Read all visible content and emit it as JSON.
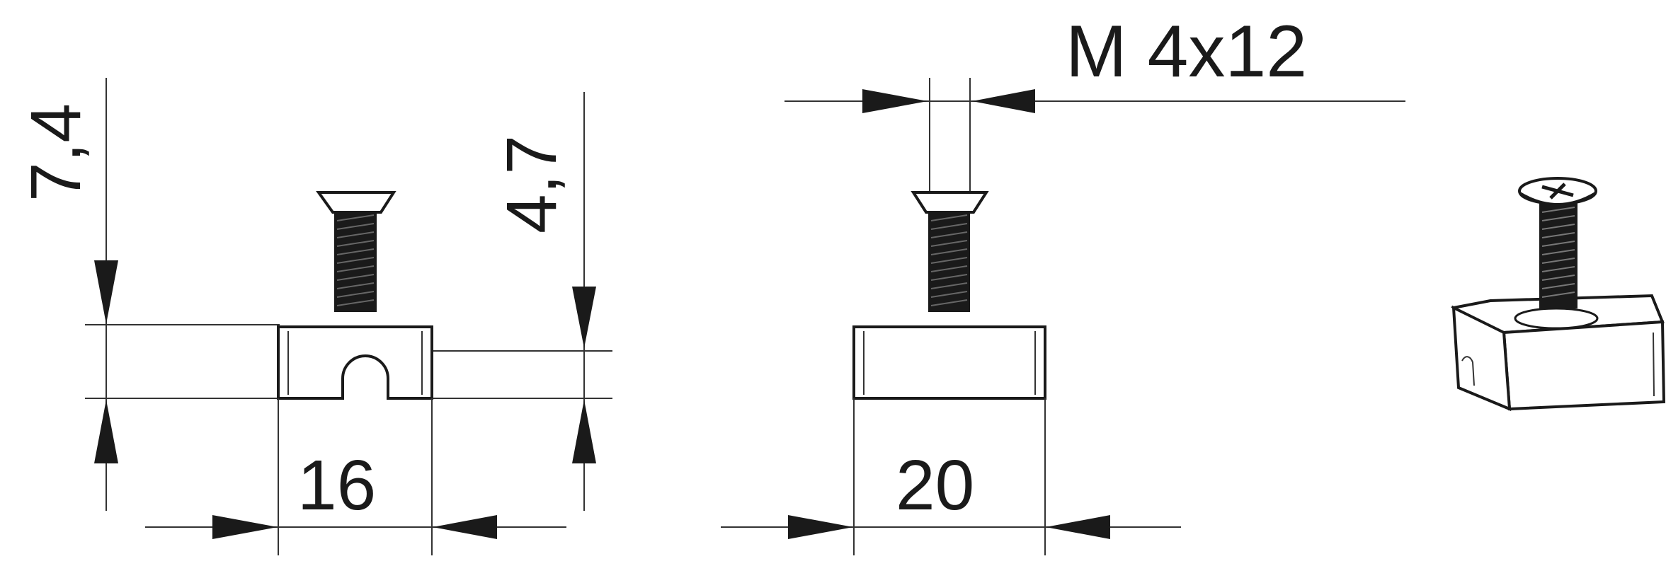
{
  "dimensions": {
    "height_total": "7,4",
    "height_slot": "4,7",
    "width_side": "16",
    "width_front": "20",
    "screw_size": "M 4x12"
  }
}
